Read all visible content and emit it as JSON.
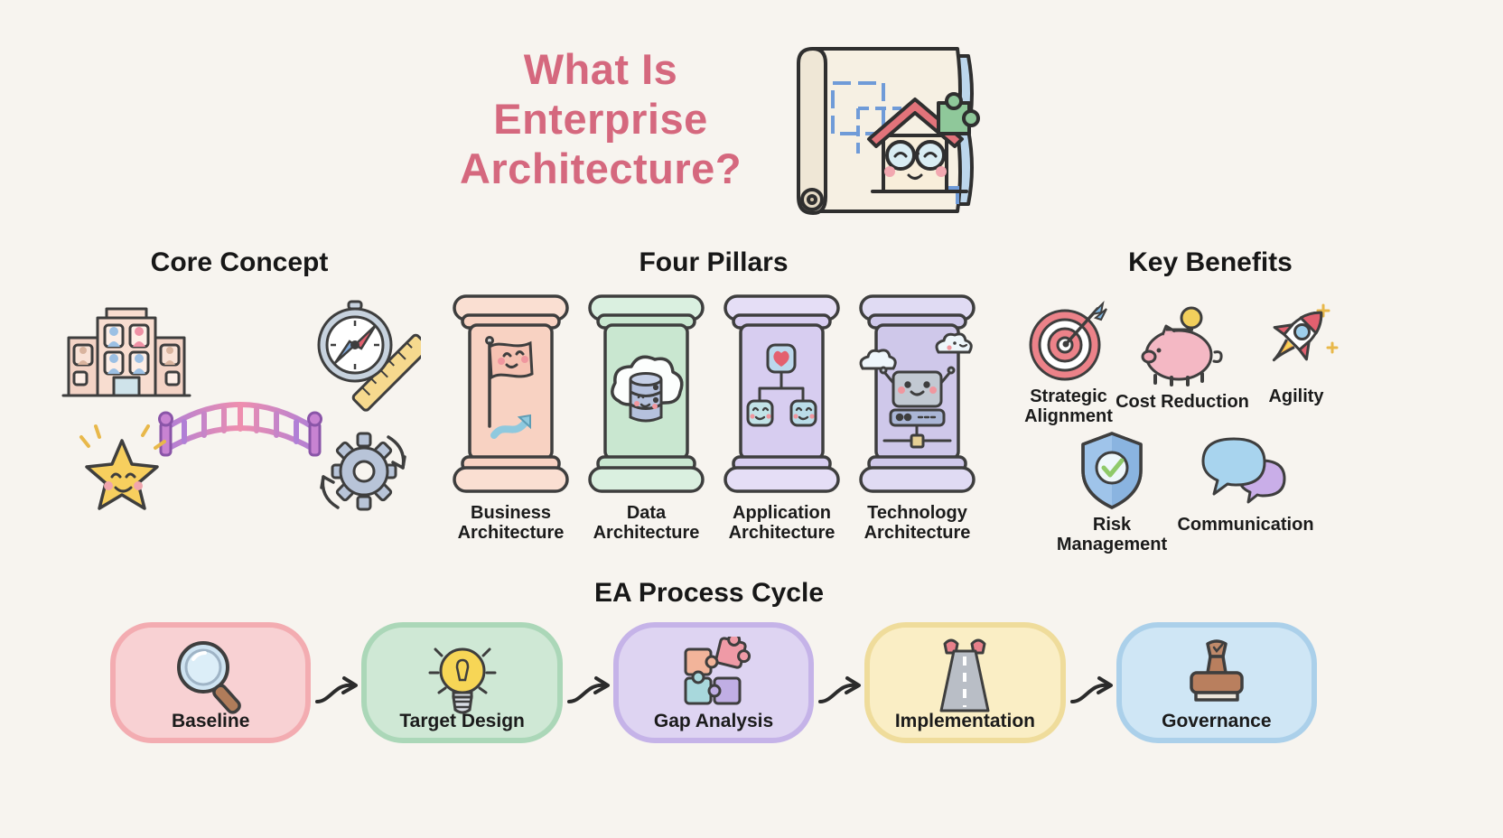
{
  "title": {
    "lines": [
      "What Is",
      "Enterprise",
      "Architecture?"
    ],
    "color": "#d5687e"
  },
  "hero": {
    "illustration": "blueprint-scroll-house-puzzle"
  },
  "core_concept": {
    "heading": "Core Concept",
    "icons": [
      "organization-building",
      "compass-ruler",
      "bridge",
      "smiling-star",
      "gear-cycle"
    ]
  },
  "four_pillars": {
    "heading": "Four Pillars",
    "pillars": [
      {
        "label": "Business Architecture",
        "icon": "flag-arrow-icon",
        "color": "#f8d2c2"
      },
      {
        "label": "Data Architecture",
        "icon": "cloud-database-icon",
        "color": "#c9e7d0"
      },
      {
        "label": "Application Architecture",
        "icon": "app-hierarchy-icon",
        "color": "#d7cdf0"
      },
      {
        "label": "Technology Architecture",
        "icon": "robot-computer-icon",
        "color": "#cfc8ea"
      }
    ]
  },
  "key_benefits": {
    "heading": "Key Benefits",
    "items": [
      {
        "label": "Strategic Alignment",
        "icon": "target-dart-icon"
      },
      {
        "label": "Cost Reduction",
        "icon": "piggy-bank-icon"
      },
      {
        "label": "Agility",
        "icon": "rocket-icon"
      },
      {
        "label": "Risk Management",
        "icon": "shield-check-icon"
      },
      {
        "label": "Communication",
        "icon": "chat-bubbles-icon"
      }
    ]
  },
  "process_cycle": {
    "heading": "EA Process Cycle",
    "steps": [
      {
        "label": "Baseline",
        "icon": "magnifier-icon",
        "fill": "#f8d1d3",
        "border": "#f3acb1"
      },
      {
        "label": "Target Design",
        "icon": "lightbulb-icon",
        "fill": "#cfe8d5",
        "border": "#abd7b8"
      },
      {
        "label": "Gap Analysis",
        "icon": "puzzle-icon",
        "fill": "#ded4f2",
        "border": "#c5b3e8"
      },
      {
        "label": "Implementation",
        "icon": "road-icon",
        "fill": "#faeec5",
        "border": "#efdc9b"
      },
      {
        "label": "Governance",
        "icon": "stamp-icon",
        "fill": "#cfe6f5",
        "border": "#abd0ea"
      }
    ]
  },
  "background_color": "#f7f4ef"
}
